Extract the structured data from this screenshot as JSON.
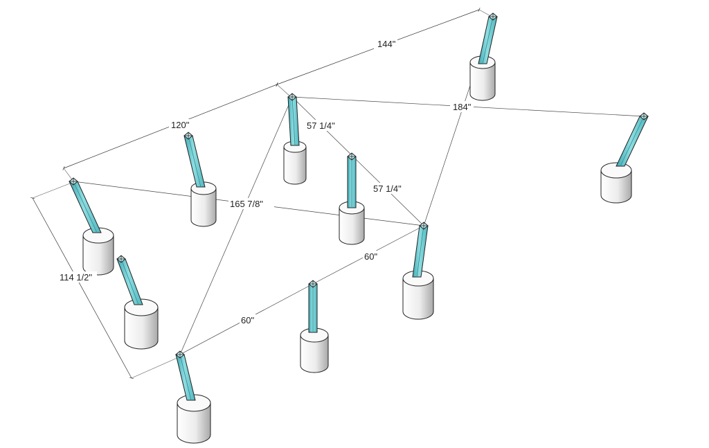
{
  "dimensions": {
    "d144": "144\"",
    "d120": "120\"",
    "d184": "184\"",
    "d57a": "57 1/4\"",
    "d57b": "57 1/4\"",
    "d165": "165 7/8\"",
    "d114": "114 1/2\"",
    "d60a": "60\"",
    "d60b": "60\""
  },
  "colors": {
    "post": "#7fd3d8",
    "post_shade": "#3ea9b2",
    "footing": "#f2f2f2",
    "footing_shade": "#b8b8b8",
    "outline": "#222222"
  },
  "posts": [
    {
      "id": "post-rear-right"
    },
    {
      "id": "post-rear-center"
    },
    {
      "id": "post-rear-left"
    },
    {
      "id": "post-far-right"
    },
    {
      "id": "post-mid"
    },
    {
      "id": "post-left-top"
    },
    {
      "id": "post-left-mid"
    },
    {
      "id": "post-front-right"
    },
    {
      "id": "post-front-center"
    },
    {
      "id": "post-front-left"
    }
  ]
}
